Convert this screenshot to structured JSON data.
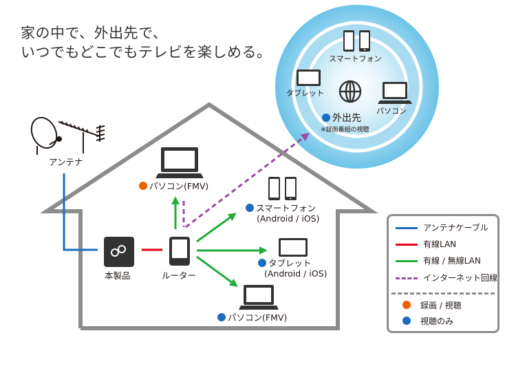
{
  "headline": {
    "line1": "家の中で、外出先で、",
    "line2": "いつでもどこでもテレビを楽しめる。"
  },
  "colors": {
    "antenna_cable": "#1a6dc0",
    "wired_lan": "#e60012",
    "wired_wireless_lan": "#22ac38",
    "internet_line": "#9b4a9e",
    "record_view_dot": "#eb6100",
    "view_only_dot": "#1a6dc0",
    "house_outline": "#8c8c8c",
    "device_fill": "#333333",
    "circle_outer": "#7ecbeb",
    "circle_inner": "#e6f5fc"
  },
  "antenna": {
    "label": "アンテナ",
    "icon": "antenna-icon"
  },
  "product": {
    "label": "本製品",
    "icon": "infinity-logo-icon"
  },
  "router": {
    "label": "ルーター",
    "icon": "router-icon"
  },
  "home_devices": [
    {
      "id": "pc-fmv-top",
      "label": "パソコン(FMV)",
      "icon": "laptop-icon",
      "dot": "record_view"
    },
    {
      "id": "smartphone",
      "label": "スマートフォン",
      "sublabel": "(Android / iOS)",
      "icon": "smartphone-icon",
      "dot": "view_only"
    },
    {
      "id": "tablet",
      "label": "タブレット",
      "sublabel": "(Android / iOS)",
      "icon": "tablet-icon",
      "dot": "view_only"
    },
    {
      "id": "pc-fmv-bottom",
      "label": "パソコン(FMV)",
      "icon": "laptop-icon",
      "dot": "view_only"
    }
  ],
  "outside": {
    "title": "外出先",
    "note": "※録画番組の視聴",
    "icon": "globe-icon",
    "devices": [
      {
        "label": "スマートフォン",
        "icon": "smartphone-icon"
      },
      {
        "label": "タブレット",
        "icon": "tablet-icon"
      },
      {
        "label": "パソコン",
        "icon": "laptop-icon"
      }
    ]
  },
  "legend": {
    "lines": [
      {
        "label": "アンテナケーブル",
        "style": "solid",
        "color_key": "antenna_cable"
      },
      {
        "label": "有線LAN",
        "style": "solid",
        "color_key": "wired_lan"
      },
      {
        "label": "有線 / 無線LAN",
        "style": "solid",
        "color_key": "wired_wireless_lan"
      },
      {
        "label": "インターネット回線",
        "style": "dashed",
        "color_key": "internet_line"
      }
    ],
    "dots": [
      {
        "label": "録画 / 視聴",
        "color_key": "record_view_dot"
      },
      {
        "label": "視聴のみ",
        "color_key": "view_only_dot"
      }
    ]
  }
}
